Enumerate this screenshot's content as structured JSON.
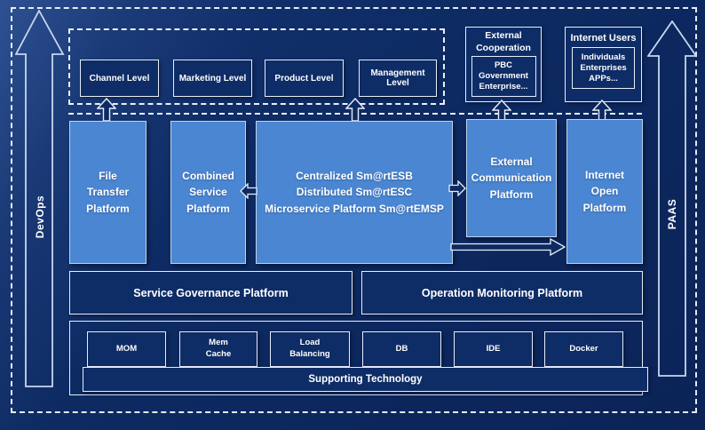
{
  "colors": {
    "background_navy": "#0d2a62",
    "platform_blue": "#4a86d2",
    "border_light": "#e7eef9"
  },
  "rails": {
    "left_label": "DevOps",
    "right_label": "PAAS"
  },
  "levels_row": [
    "Channel Level",
    "Marketing Level",
    "Product Level",
    "Management Level"
  ],
  "external_cooperation": {
    "title": "External\nCooperation",
    "body": "PBC Government\nEnterprise..."
  },
  "internet_users": {
    "title": "Internet Users",
    "body": "Individuals\nEnterprises\nAPPs..."
  },
  "platforms": {
    "file_transfer": "File\nTransfer\nPlatform",
    "combined_service": "Combined\nService\nPlatform",
    "central": "Centralized Sm@rtESB\nDistributed Sm@rtESC\nMicroservice Platform Sm@rtEMSP",
    "external_communication": "External\nCommunication\nPlatform",
    "internet_open": "Internet\nOpen\nPlatform"
  },
  "middleware_row": {
    "service_governance": "Service Governance Platform",
    "operation_monitoring": "Operation Monitoring Platform"
  },
  "supporting": {
    "title": "Supporting Technology",
    "items": [
      "MOM",
      "Mem\nCache",
      "Load\nBalancing",
      "DB",
      "IDE",
      "Docker"
    ]
  }
}
